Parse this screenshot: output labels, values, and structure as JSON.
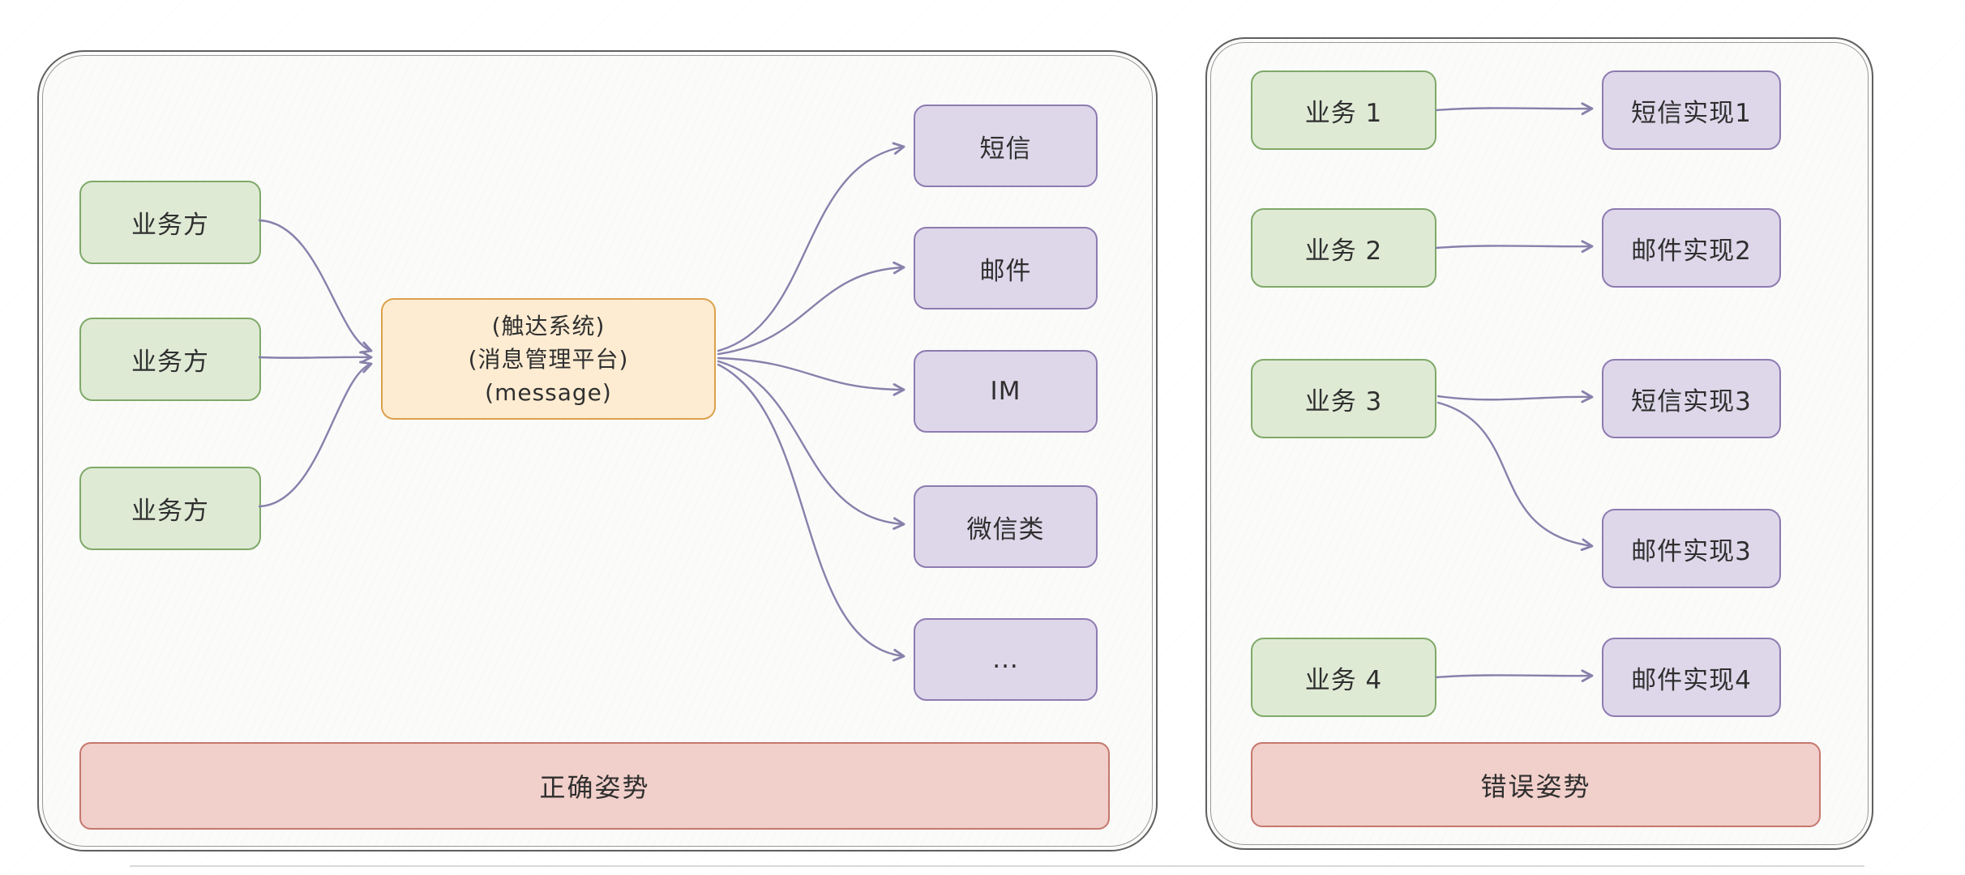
{
  "left_panel": {
    "sources": [
      {
        "label": "业务方"
      },
      {
        "label": "业务方"
      },
      {
        "label": "业务方"
      }
    ],
    "hub": {
      "line1": "(触达系统)",
      "line2": "(消息管理平台)",
      "line3": "(message)"
    },
    "channels": [
      {
        "label": "短信"
      },
      {
        "label": "邮件"
      },
      {
        "label": "IM"
      },
      {
        "label": "微信类"
      },
      {
        "label": "..."
      }
    ],
    "links": [
      {
        "from": "业务方",
        "to": "消息管理平台"
      },
      {
        "from": "业务方",
        "to": "消息管理平台"
      },
      {
        "from": "业务方",
        "to": "消息管理平台"
      },
      {
        "from": "消息管理平台",
        "to": "短信"
      },
      {
        "from": "消息管理平台",
        "to": "邮件"
      },
      {
        "from": "消息管理平台",
        "to": "IM"
      },
      {
        "from": "消息管理平台",
        "to": "微信类"
      },
      {
        "from": "消息管理平台",
        "to": "..."
      }
    ],
    "caption": "正确姿势"
  },
  "right_panel": {
    "businesses": [
      {
        "label": "业务 1"
      },
      {
        "label": "业务 2"
      },
      {
        "label": "业务 3"
      },
      {
        "label": "业务 4"
      }
    ],
    "implementations": [
      {
        "label": "短信实现1"
      },
      {
        "label": "邮件实现2"
      },
      {
        "label": "短信实现3"
      },
      {
        "label": "邮件实现3"
      },
      {
        "label": "邮件实现4"
      }
    ],
    "links": [
      {
        "from": "业务 1",
        "to": "短信实现1"
      },
      {
        "from": "业务 2",
        "to": "邮件实现2"
      },
      {
        "from": "业务 3",
        "to": "短信实现3"
      },
      {
        "from": "业务 3",
        "to": "邮件实现3"
      },
      {
        "from": "业务 4",
        "to": "邮件实现4"
      }
    ],
    "caption": "错误姿势"
  },
  "colors": {
    "green_fill": "#dfead5",
    "green_border": "#7fa968",
    "purple_fill": "#ded7ea",
    "purple_border": "#8d7bb0",
    "orange_fill": "#fdecd2",
    "orange_border": "#dda04c",
    "red_fill": "#f1cfca",
    "red_border": "#c5786d",
    "arrow": "#8781ab",
    "frame": "#5f5f5f"
  }
}
